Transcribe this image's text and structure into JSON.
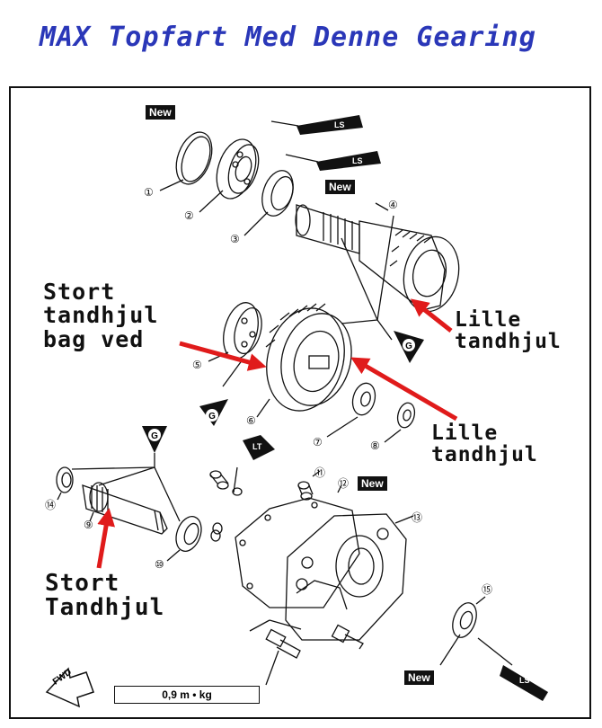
{
  "title": "MAX Topfart Med Denne Gearing",
  "annotations": {
    "stort_bag_ved": [
      "Stort",
      "tandhjul",
      "bag ved"
    ],
    "lille_top": [
      "Lille",
      "tandhjul"
    ],
    "lille_mid": [
      "Lille",
      "tandhjul"
    ],
    "stort_bottom": [
      "Stort",
      "Tandhjul"
    ]
  },
  "badges": [
    "New",
    "New",
    "New",
    "New"
  ],
  "callout_letters": [
    "G",
    "G",
    "G"
  ],
  "part_numbers": [
    "①",
    "②",
    "③",
    "④",
    "⑤",
    "⑥",
    "⑦",
    "⑧",
    "⑨",
    "⑩",
    "⑪",
    "⑫",
    "⑬",
    "⑭",
    "⑮"
  ],
  "torque_label": "0,9 m • kg",
  "fwd_label": "FWD",
  "lt_label": "LT",
  "ls_labels": [
    "LS",
    "LS",
    "LS"
  ],
  "colors": {
    "title": "#2a37b8",
    "arrows": "#e01b1b",
    "ink": "#111111"
  }
}
